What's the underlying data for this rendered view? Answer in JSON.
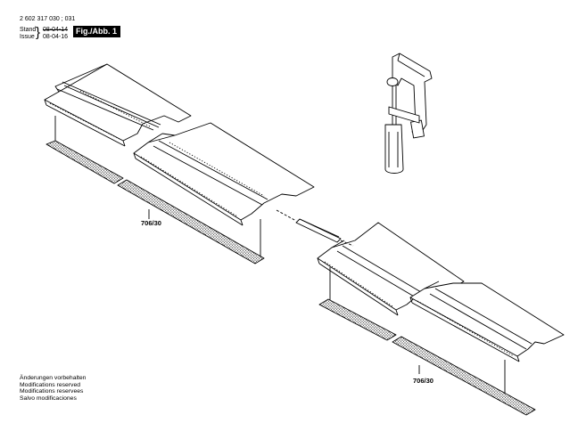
{
  "header": {
    "part_number": "2 602 317 030 ; 031",
    "stand_label": "Stand",
    "issue_label": "Issue",
    "date_struck": "08-04-14",
    "date_issue": "08-04-16",
    "figure_badge": "Fig./Abb. 1"
  },
  "references": {
    "left_strip": "706/30",
    "right_strip": "706/30"
  },
  "footer": {
    "modifications": [
      "Änderungen vorbehalten",
      "Modifications reserved",
      "Modifications reservees",
      "Salvo modificaciones"
    ]
  },
  "icons": [
    "guide-rail",
    "c-clamp",
    "connector-bar",
    "adhesive-strip"
  ]
}
